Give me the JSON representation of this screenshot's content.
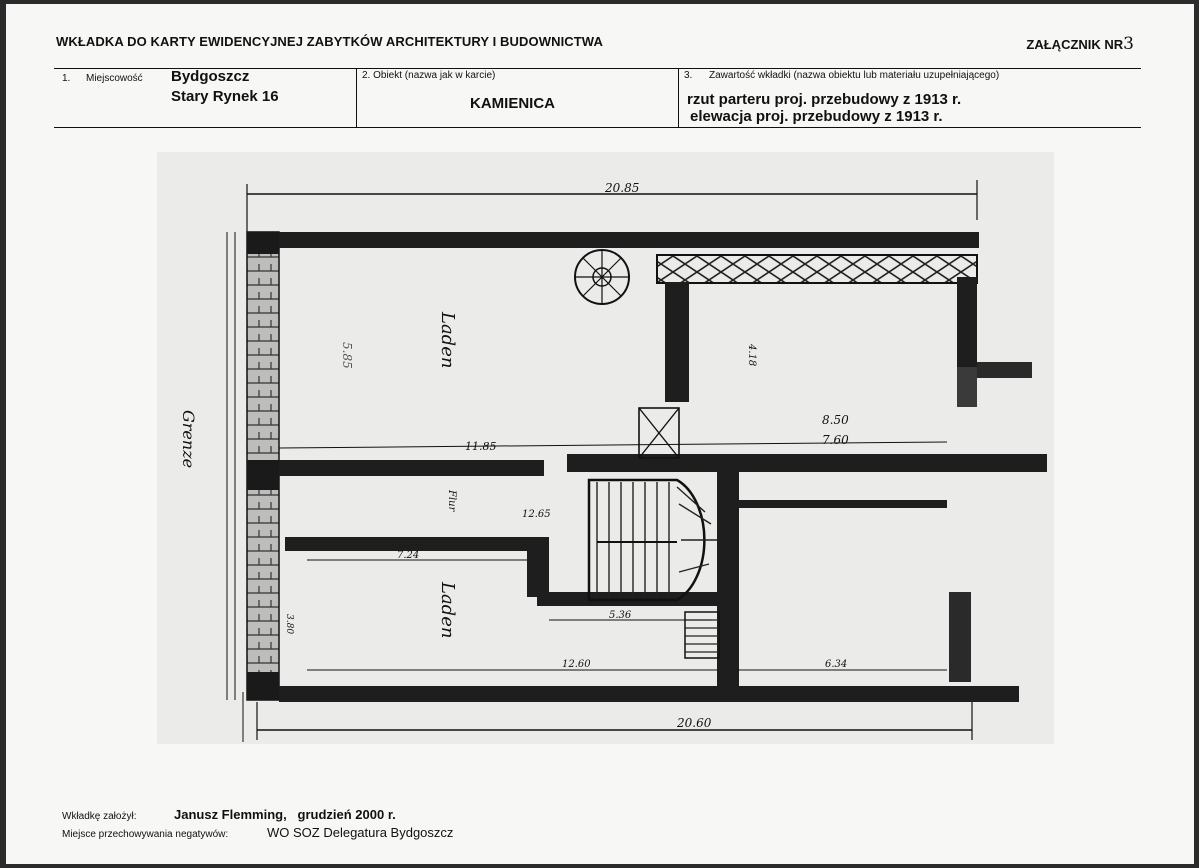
{
  "header": {
    "title": "WKŁADKA DO KARTY EWIDENCYJNEJ ZABYTKÓW ARCHITEKTURY I BUDOWNICTWA",
    "annex_label": "ZAŁĄCZNIK NR",
    "annex_number": "3"
  },
  "fields": {
    "place": {
      "number": "1.",
      "label": "Miejscowość",
      "city": "Bydgoszcz",
      "address": "Stary Rynek 16"
    },
    "object": {
      "label": "2. Obiekt (nazwa jak w karcie)",
      "value": "KAMIENICA"
    },
    "content": {
      "number": "3.",
      "label": "Zawartość wkładki (nazwa obiektu lub materiału uzupełniającego)",
      "line1": "rzut parteru proj. przebudowy z 1913 r.",
      "line2": "elewacja proj. przebudowy z 1913 r."
    }
  },
  "plan": {
    "room_labels": [
      "Laden",
      "Laden"
    ],
    "dimensions": {
      "top": "20.85",
      "bottom": "20.60",
      "room1_length": "11.85",
      "room1_depth": "5.85",
      "right_room_a": "8.50",
      "right_room_b": "7.60",
      "right_height": "4.18",
      "corridor_a": "7.24",
      "corridor_b": "12.65",
      "stair_w": "5.36",
      "lower_a": "12.60",
      "lower_b": "6.34",
      "left_small": "3.80",
      "corridor_label": "Flur"
    },
    "side_note": "Grenze"
  },
  "footer": {
    "founded_label": "Wkładkę założył:",
    "founded_value": "Janusz Flemming,   grudzień 2000 r.",
    "storage_label": "Miejsce przechowywania negatywów:",
    "storage_value": "WO SOZ Delegatura Bydgoszcz"
  }
}
